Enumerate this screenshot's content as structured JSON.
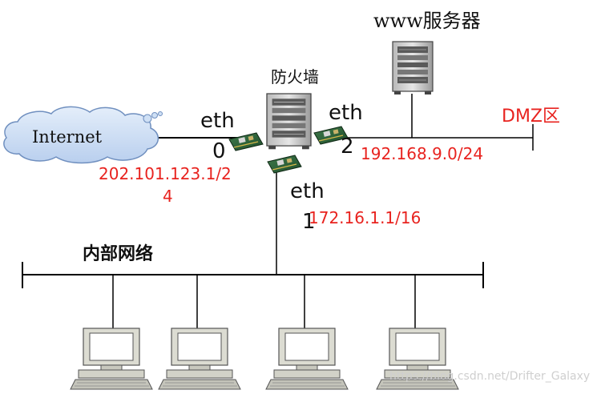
{
  "labels": {
    "www_server": "www服务器",
    "firewall": "防火墙",
    "internet": "Internet",
    "dmz": "DMZ区",
    "internal_network": "内部网络"
  },
  "interfaces": {
    "eth0": {
      "name": "eth",
      "number": "0",
      "ip_line1": "202.101.123.1/2",
      "ip_line2": "4"
    },
    "eth1": {
      "name": "eth",
      "number": "1",
      "ip": "172.16.1.1/16"
    },
    "eth2": {
      "name": "eth",
      "number": "2",
      "ip": "192.168.9.0/24"
    }
  },
  "watermark": "https://blog.csdn.net/Drifter_Galaxy",
  "colors": {
    "ip_text": "#e8231f",
    "dmz_text": "#e8231f",
    "cloud": "#cfe0f5",
    "lines": "#000000"
  }
}
